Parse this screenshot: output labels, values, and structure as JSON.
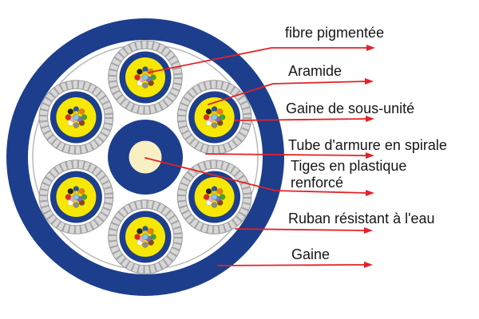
{
  "labels": {
    "fibre_pigmentee": "fibre pigmentée",
    "aramide": "Aramide",
    "gaine_sous_unite": "Gaine de sous-unité",
    "tube_armure": "Tube d'armure en spirale",
    "tiges_plastique": "Tiges en plastique renforcé",
    "ruban": "Ruban résistant à l'eau",
    "gaine": "Gaine"
  },
  "colors": {
    "sheath_navy": "#1c3e8d",
    "subunit_yellow": "#f7e705",
    "center_cream": "#f8f0c3",
    "armor_gray": "#d8d8d8",
    "armor_hatch": "#8e8e8e",
    "armor_edge": "#9a9a9a",
    "tape_gray": "#b5b5b5",
    "callout_red": "#e32227",
    "text": "#161616",
    "background": "#ffffff"
  },
  "fiber_colors": [
    "#2457a8",
    "#ef7d12",
    "#3fa33c",
    "#86471f",
    "#8c8c8c",
    "#ffffff",
    "#de2723",
    "#222222",
    "#edc619",
    "#9465c9",
    "#eea6c3",
    "#79cfe3"
  ],
  "structure": {
    "subunit_count": 6,
    "fibers_per_subunit": 12
  }
}
